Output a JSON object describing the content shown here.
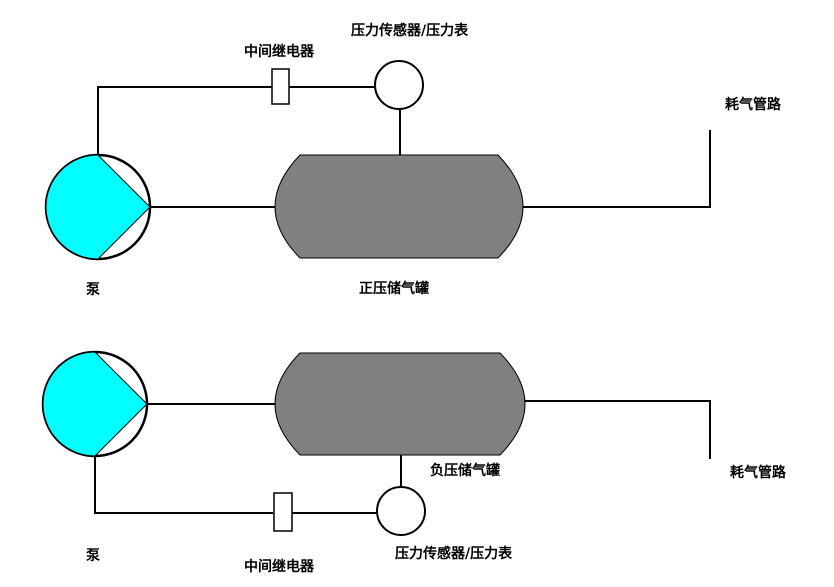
{
  "diagram": {
    "top_system": {
      "relay_label": "中间继电器",
      "sensor_label": "压力传感器/压力表",
      "exhaust_label": "耗气管路",
      "pump_label": "泵",
      "tank_label": "正压储气罐"
    },
    "bottom_system": {
      "relay_label": "中间继电器",
      "sensor_label": "压力传感器/压力表",
      "exhaust_label": "耗气管路",
      "pump_label": "泵",
      "tank_label": "负压储气罐"
    },
    "colors": {
      "pump_rotor": "#00ffff",
      "tank": "#808080",
      "line": "#000000"
    }
  }
}
